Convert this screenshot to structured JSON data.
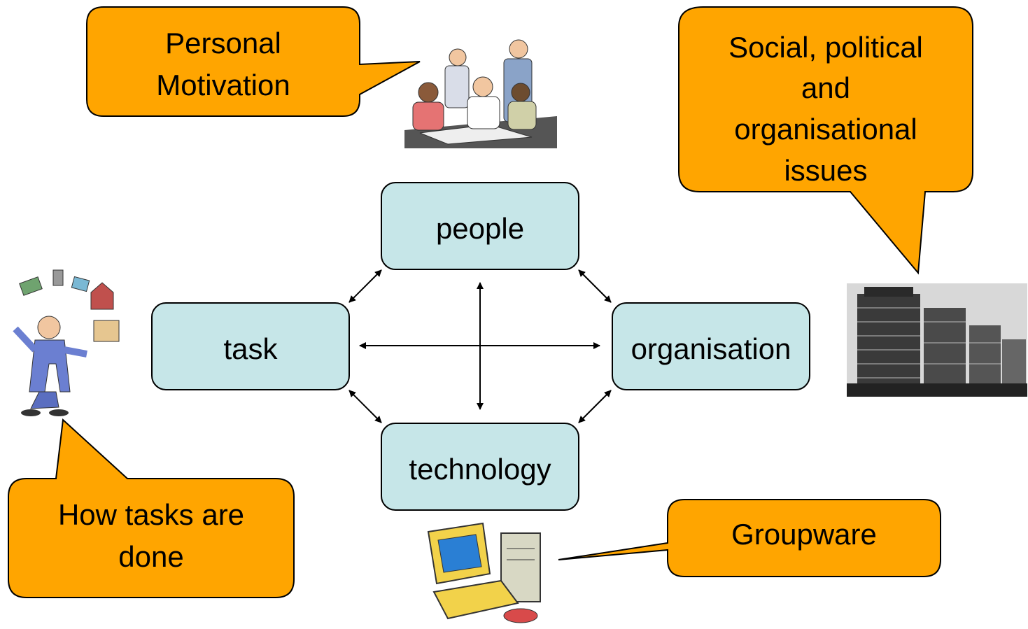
{
  "nodes": {
    "people": "people",
    "task": "task",
    "organisation": "organisation",
    "technology": "technology"
  },
  "callouts": {
    "personal_motivation": [
      "Personal",
      "Motivation"
    ],
    "social_issues": [
      "Social, political",
      "and",
      "organisational",
      "issues"
    ],
    "how_tasks": [
      "How tasks are",
      "done"
    ],
    "groupware": [
      "Groupware"
    ]
  },
  "colors": {
    "node_fill": "#c6e6e8",
    "callout_fill": "#ffa500",
    "stroke": "#000000"
  },
  "images": {
    "people_meeting": "people-meeting-clipart",
    "office_building": "office-building-photo",
    "juggling_man": "juggling-man-clipart",
    "computer": "computer-clipart"
  }
}
